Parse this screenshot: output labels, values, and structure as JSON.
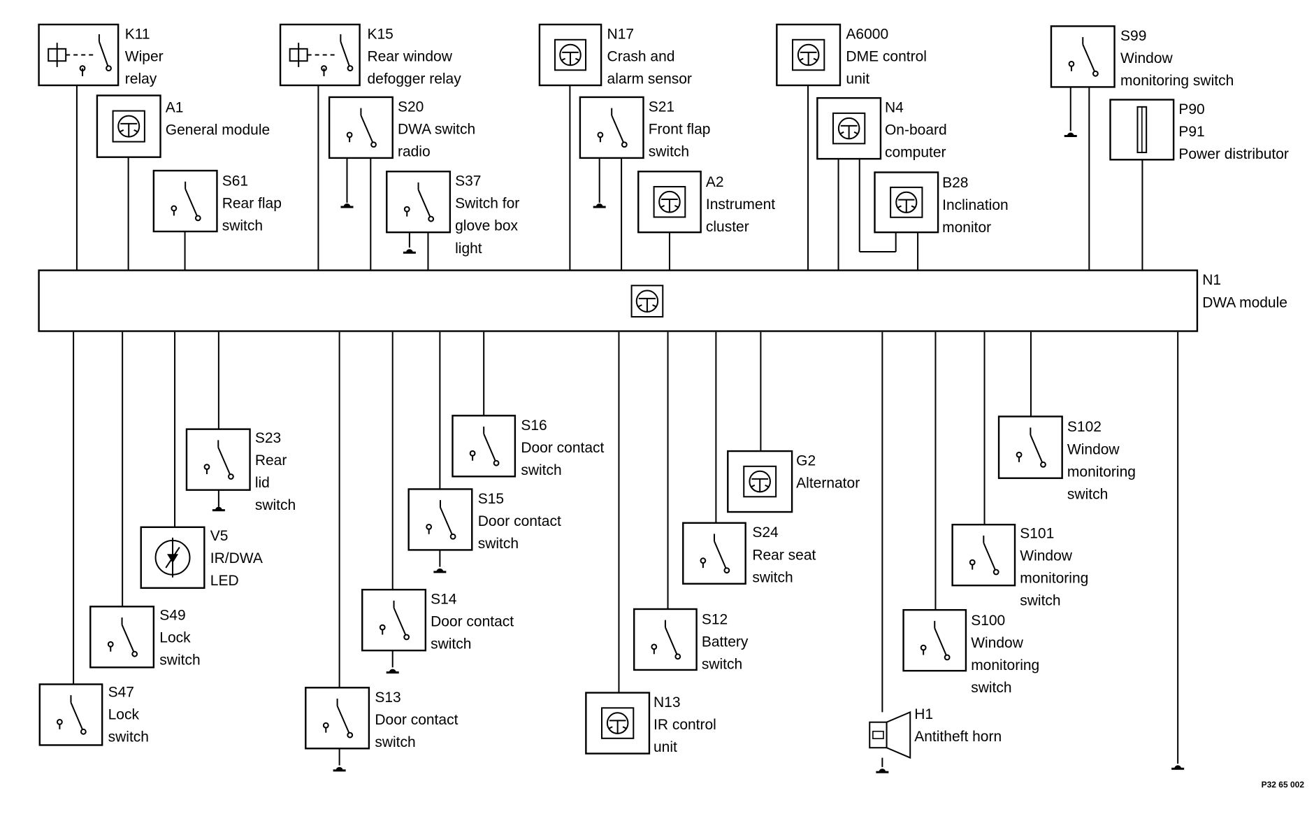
{
  "figure_ref": "P32 65 002",
  "components": [
    {
      "id": "K11",
      "lines": [
        "K11",
        "Wiper",
        "relay"
      ],
      "kind": "relay"
    },
    {
      "id": "A1",
      "lines": [
        "A1",
        "General module"
      ],
      "kind": "module"
    },
    {
      "id": "S61",
      "lines": [
        "S61",
        "Rear flap",
        "switch"
      ],
      "kind": "switch"
    },
    {
      "id": "K15",
      "lines": [
        "K15",
        "Rear window",
        "defogger relay"
      ],
      "kind": "relay"
    },
    {
      "id": "S20",
      "lines": [
        "S20",
        "DWA switch",
        "radio"
      ],
      "kind": "switch"
    },
    {
      "id": "S37",
      "lines": [
        "S37",
        "Switch for",
        "glove box",
        "light"
      ],
      "kind": "switch"
    },
    {
      "id": "N17",
      "lines": [
        "N17",
        "Crash and",
        "alarm sensor"
      ],
      "kind": "module"
    },
    {
      "id": "S21",
      "lines": [
        "S21",
        "Front flap",
        "switch"
      ],
      "kind": "switch"
    },
    {
      "id": "A2",
      "lines": [
        "A2",
        "Instrument",
        "cluster"
      ],
      "kind": "module"
    },
    {
      "id": "A6000",
      "lines": [
        "A6000",
        "DME control",
        "unit"
      ],
      "kind": "module"
    },
    {
      "id": "N4",
      "lines": [
        "N4",
        "On-board",
        "computer"
      ],
      "kind": "module"
    },
    {
      "id": "B28",
      "lines": [
        "B28",
        "Inclination",
        "monitor"
      ],
      "kind": "module"
    },
    {
      "id": "S99",
      "lines": [
        "S99",
        "Window",
        "monitoring switch"
      ],
      "kind": "switch"
    },
    {
      "id": "P90",
      "lines": [
        "P90",
        "P91",
        "Power distributor"
      ],
      "kind": "fuse"
    },
    {
      "id": "N1",
      "lines": [
        "N1",
        "DWA module"
      ],
      "kind": "bus"
    },
    {
      "id": "S47",
      "lines": [
        "S47",
        "Lock",
        "switch"
      ],
      "kind": "switch"
    },
    {
      "id": "S49",
      "lines": [
        "S49",
        "Lock",
        "switch"
      ],
      "kind": "switch"
    },
    {
      "id": "V5",
      "lines": [
        "V5",
        "IR/DWA",
        "LED"
      ],
      "kind": "led"
    },
    {
      "id": "S23",
      "lines": [
        "S23",
        "Rear",
        "lid",
        "switch"
      ],
      "kind": "switch"
    },
    {
      "id": "S13",
      "lines": [
        "S13",
        "Door contact",
        "switch"
      ],
      "kind": "switch"
    },
    {
      "id": "S14",
      "lines": [
        "S14",
        "Door contact",
        "switch"
      ],
      "kind": "switch"
    },
    {
      "id": "S15",
      "lines": [
        "S15",
        "Door contact",
        "switch"
      ],
      "kind": "switch"
    },
    {
      "id": "S16",
      "lines": [
        "S16",
        "Door contact",
        "switch"
      ],
      "kind": "switch"
    },
    {
      "id": "N13",
      "lines": [
        "N13",
        "IR control",
        "unit"
      ],
      "kind": "module"
    },
    {
      "id": "S12",
      "lines": [
        "S12",
        "Battery",
        "switch"
      ],
      "kind": "switch"
    },
    {
      "id": "S24",
      "lines": [
        "S24",
        "Rear seat",
        "switch"
      ],
      "kind": "switch"
    },
    {
      "id": "G2",
      "lines": [
        "G2",
        "Alternator"
      ],
      "kind": "module"
    },
    {
      "id": "H1",
      "lines": [
        "H1",
        "Antitheft horn"
      ],
      "kind": "horn"
    },
    {
      "id": "S100",
      "lines": [
        "S100",
        "Window",
        "monitoring",
        "switch"
      ],
      "kind": "switch"
    },
    {
      "id": "S101",
      "lines": [
        "S101",
        "Window",
        "monitoring",
        "switch"
      ],
      "kind": "switch"
    },
    {
      "id": "S102",
      "lines": [
        "S102",
        "Window",
        "monitoring",
        "switch"
      ],
      "kind": "switch"
    }
  ]
}
